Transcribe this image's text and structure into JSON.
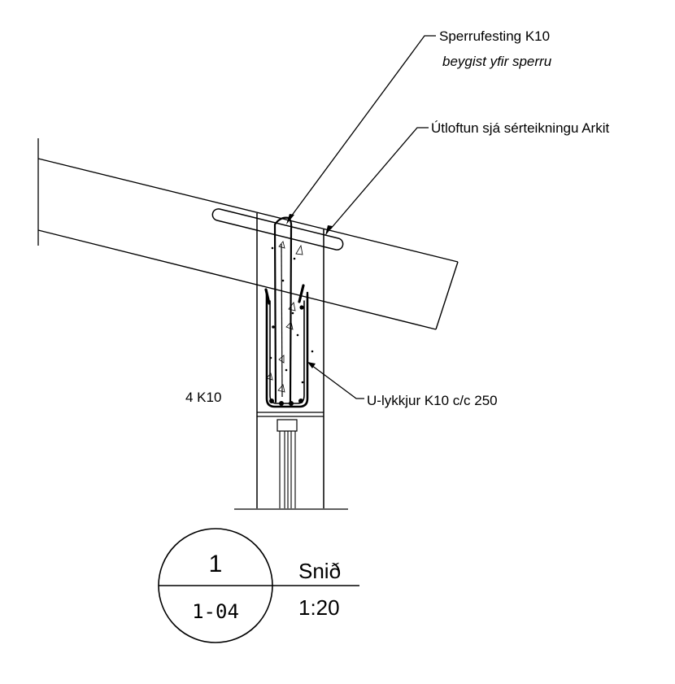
{
  "labels": {
    "rafter_fixing_line1": "Sperrufesting K10",
    "rafter_fixing_line2": "beygist yfir sperru",
    "ventilation": "Útloftun sjá sérteikningu Arkit",
    "u_bars": "U-lykkjur K10 c/c 250",
    "rebar_count": "4 K10"
  },
  "section_marker": {
    "number": "1",
    "sheet": "1-04",
    "title": "Snið",
    "scale": "1:20"
  }
}
